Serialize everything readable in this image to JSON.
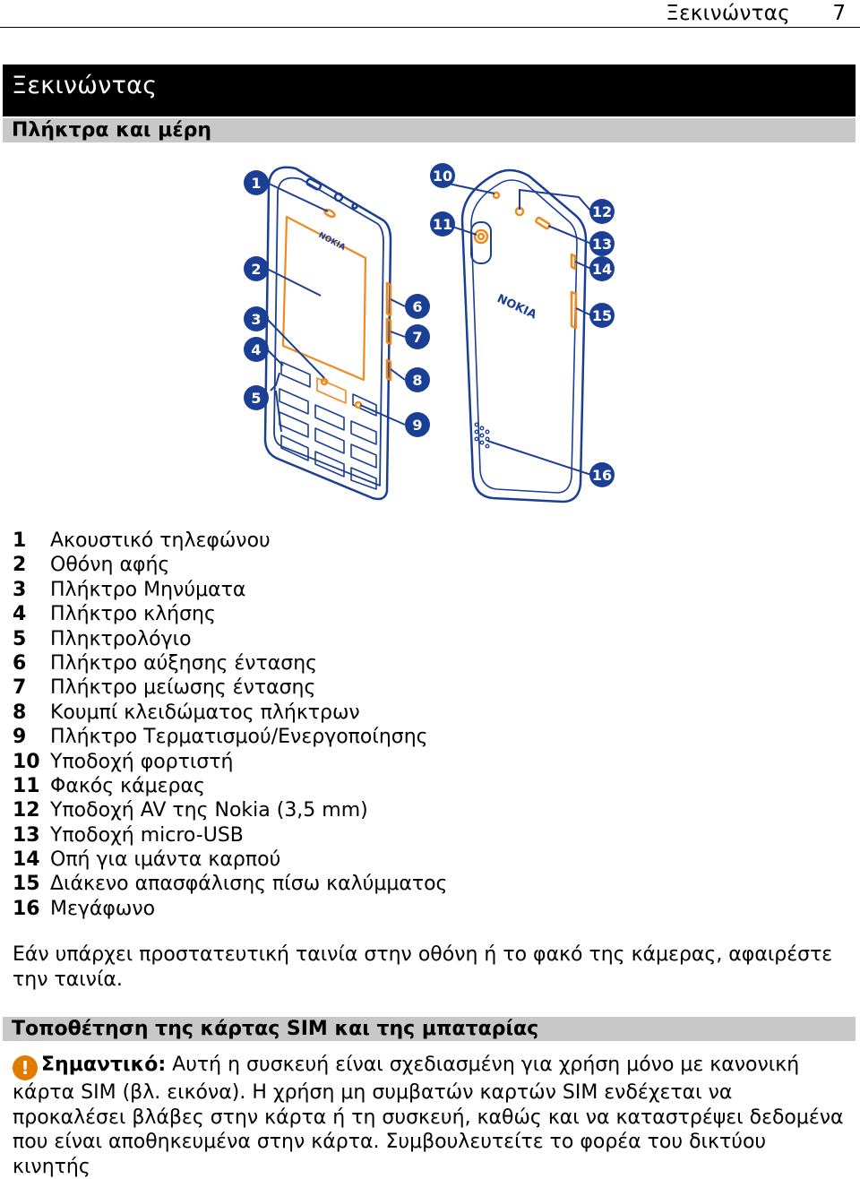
{
  "header": {
    "running_title": "Ξεκινώντας",
    "page_number": "7"
  },
  "chapter": {
    "title": "Ξεκινώντας"
  },
  "section1": {
    "title": "Πλήκτρα και μέρη"
  },
  "figure": {
    "callouts": [
      "1",
      "2",
      "3",
      "4",
      "5",
      "6",
      "7",
      "8",
      "9",
      "10",
      "11",
      "12",
      "13",
      "14",
      "15",
      "16"
    ],
    "front_brand": "NOKIA",
    "back_brand": "NOKIA",
    "colors": {
      "outline": "#1b3f94",
      "accent": "#f08a1c",
      "callout_bg": "#1b3f94",
      "callout_text": "#ffffff"
    }
  },
  "parts": [
    {
      "num": "1",
      "label": "Ακουστικό τηλεφώνου"
    },
    {
      "num": "2",
      "label": "Οθόνη αφής"
    },
    {
      "num": "3",
      "label": "Πλήκτρο Μηνύματα"
    },
    {
      "num": "4",
      "label": "Πλήκτρο κλήσης"
    },
    {
      "num": "5",
      "label": "Πληκτρολόγιο"
    },
    {
      "num": "6",
      "label": "Πλήκτρο αύξησης έντασης"
    },
    {
      "num": "7",
      "label": "Πλήκτρο μείωσης έντασης"
    },
    {
      "num": "8",
      "label": "Κουμπί κλειδώματος πλήκτρων"
    },
    {
      "num": "9",
      "label": "Πλήκτρο Τερματισμού/Ενεργοποίησης"
    },
    {
      "num": "10",
      "label": "Υποδοχή φορτιστή"
    },
    {
      "num": "11",
      "label": "Φακός κάμερας"
    },
    {
      "num": "12",
      "label": "Υποδοχή AV της Nokia (3,5 mm)"
    },
    {
      "num": "13",
      "label": "Υποδοχή micro-USB"
    },
    {
      "num": "14",
      "label": "Οπή για ιμάντα καρπού"
    },
    {
      "num": "15",
      "label": "Διάκενο απασφάλισης πίσω καλύμματος"
    },
    {
      "num": "16",
      "label": "Μεγάφωνο"
    }
  ],
  "note": "Εάν υπάρχει προστατευτική ταινία στην οθόνη ή το φακό της κάμερας, αφαιρέστε την ταινία.",
  "section2": {
    "title": "Τοποθέτηση της κάρτας SIM και της μπαταρίας"
  },
  "important": {
    "icon": "warning-icon",
    "label": "Σημαντικό:",
    "text": "Αυτή η συσκευή είναι σχεδιασμένη για χρήση μόνο με κανονική κάρτα SIM (βλ. εικόνα). Η χρήση μη συμβατών καρτών SIM ενδέχεται να προκαλέσει βλάβες στην κάρτα ή τη συσκευή, καθώς και να καταστρέψει δεδομένα που είναι αποθηκευμένα στην κάρτα. Συμβουλευτείτε το φορέα του δικτύου κινητής"
  }
}
